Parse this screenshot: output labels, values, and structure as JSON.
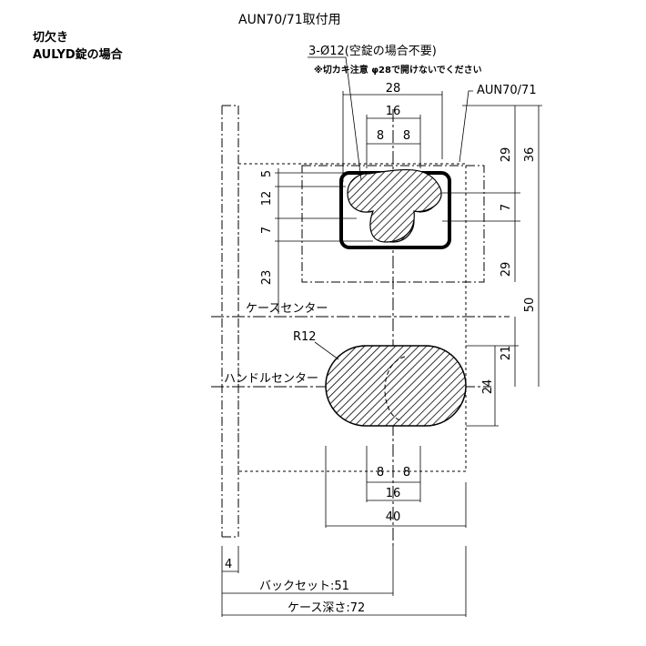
{
  "header": {
    "line1": "切欠き",
    "line2": "AULYD錠の場合",
    "title": "AUN70/71取付用"
  },
  "callouts": {
    "holes": "3-Ø12(空錠の場合不要)",
    "caution": "※切カキ注意 φ28で開けないでください",
    "model": "AUN70/71",
    "radius": "R12"
  },
  "labels": {
    "case_center": "ケースセンター",
    "handle_center": "ハンドルセンター",
    "backset": "バックセット:51",
    "case_depth": "ケース深さ:72"
  },
  "dimensions": {
    "top_28": "28",
    "top_16": "16",
    "top_8a": "8",
    "top_8b": "8",
    "left_5": "5",
    "left_12": "12",
    "left_7": "7",
    "left_23": "23",
    "right_29a": "29",
    "right_36": "36",
    "right_7": "7",
    "right_29b": "29",
    "right_50": "50",
    "right_21": "21",
    "right_24": "24",
    "bot_8a": "8",
    "bot_8b": "8",
    "bot_16": "16",
    "bot_40": "40",
    "thickness_4": "4"
  }
}
